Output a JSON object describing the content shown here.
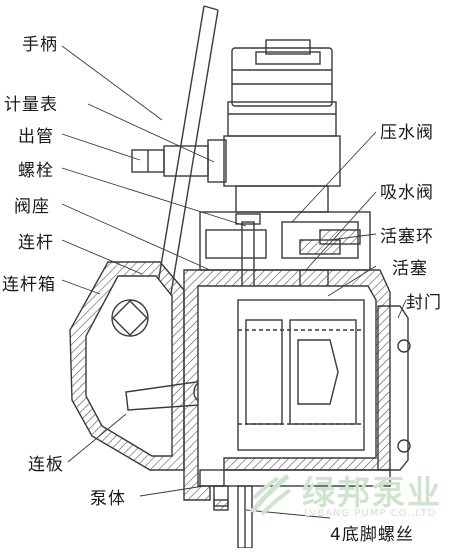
{
  "labels": {
    "handle": "手柄",
    "gauge": "计量表",
    "outlet_pipe": "出管",
    "bolt": "螺栓",
    "valve_seat": "阀座",
    "connecting_rod": "连杆",
    "rod_box": "连杆箱",
    "link_plate": "连板",
    "pump_body": "泵体",
    "pressure_valve": "压水阀",
    "suction_valve": "吸水阀",
    "piston_ring": "活塞环",
    "piston": "活塞",
    "seal_door": "封门",
    "foot_bolts": "4底脚螺丝"
  },
  "watermark": {
    "brand_cn": "绿邦泵业",
    "brand_en": "LVBANG PUMP CO.,LTD"
  },
  "colors": {
    "line": "#3a3a3a",
    "hatch": "#555555",
    "text": "#1a1a1a",
    "watermark": "#cfe3cf"
  }
}
